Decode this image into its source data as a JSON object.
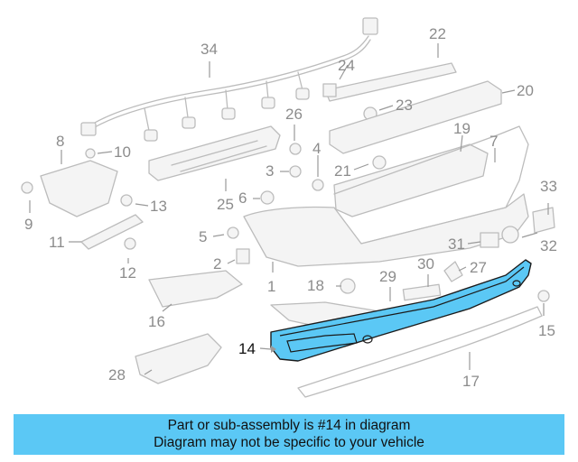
{
  "diagram": {
    "callouts": [
      {
        "id": "1",
        "label": "1"
      },
      {
        "id": "2",
        "label": "2"
      },
      {
        "id": "3",
        "label": "3"
      },
      {
        "id": "4",
        "label": "4"
      },
      {
        "id": "5",
        "label": "5"
      },
      {
        "id": "6",
        "label": "6"
      },
      {
        "id": "7",
        "label": "7"
      },
      {
        "id": "8",
        "label": "8"
      },
      {
        "id": "9",
        "label": "9"
      },
      {
        "id": "10",
        "label": "10"
      },
      {
        "id": "11",
        "label": "11"
      },
      {
        "id": "12",
        "label": "12"
      },
      {
        "id": "13",
        "label": "13"
      },
      {
        "id": "14",
        "label": "14"
      },
      {
        "id": "15",
        "label": "15"
      },
      {
        "id": "16",
        "label": "16"
      },
      {
        "id": "17",
        "label": "17"
      },
      {
        "id": "18",
        "label": "18"
      },
      {
        "id": "19",
        "label": "19"
      },
      {
        "id": "20",
        "label": "20"
      },
      {
        "id": "21",
        "label": "21"
      },
      {
        "id": "22",
        "label": "22"
      },
      {
        "id": "23",
        "label": "23"
      },
      {
        "id": "24",
        "label": "24"
      },
      {
        "id": "25",
        "label": "25"
      },
      {
        "id": "26",
        "label": "26"
      },
      {
        "id": "27",
        "label": "27"
      },
      {
        "id": "28",
        "label": "28"
      },
      {
        "id": "29",
        "label": "29"
      },
      {
        "id": "30",
        "label": "30"
      },
      {
        "id": "31",
        "label": "31"
      },
      {
        "id": "32",
        "label": "32"
      },
      {
        "id": "33",
        "label": "33"
      },
      {
        "id": "34",
        "label": "34"
      }
    ],
    "highlighted_part": "14",
    "highlight_color": "#5bc8f5"
  },
  "banner": {
    "line1": "Part or sub-assembly is #14 in diagram",
    "line2": "Diagram may not be specific to your vehicle",
    "color": "#5bc8f5"
  }
}
